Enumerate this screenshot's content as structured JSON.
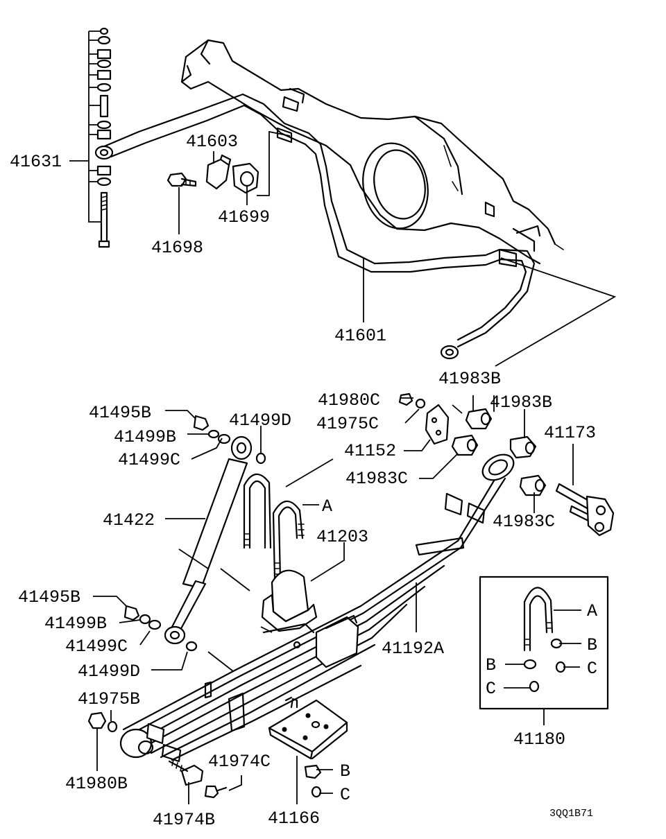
{
  "diagram": {
    "callouts": {
      "p41631": "41631",
      "p41603": "41603",
      "p41699": "41699",
      "p41698": "41698",
      "p41601": "41601",
      "p41983B_top": "41983B",
      "p41980C": "41980C",
      "p41983B_right": "41983B",
      "p41495B_top": "41495B",
      "p41499D_top": "41499D",
      "p41975C": "41975C",
      "p41173": "41173",
      "p41499B_top": "41499B",
      "p41152": "41152",
      "p41499C_top": "41499C",
      "p41983C_left": "41983C",
      "pA_ubolt": "A",
      "p41422": "41422",
      "p41983C_right": "41983C",
      "p41203": "41203",
      "p41495B_bottom": "41495B",
      "p41192A": "41192A",
      "p41499B_bottom": "41499B",
      "p41499C_bottom": "41499C",
      "p41499D_bottom": "41499D",
      "p41975B": "41975B",
      "p41980B": "41980B",
      "p41974C": "41974C",
      "p41974B": "41974B",
      "p41166": "41166",
      "pB_plate": "B",
      "pC_plate": "C",
      "p41180": "41180"
    },
    "kit_box": {
      "A": "A",
      "B_right": "B",
      "B_left": "B",
      "C_right": "C",
      "C_left": "C"
    },
    "drawing_code": "3QQ1B71"
  }
}
